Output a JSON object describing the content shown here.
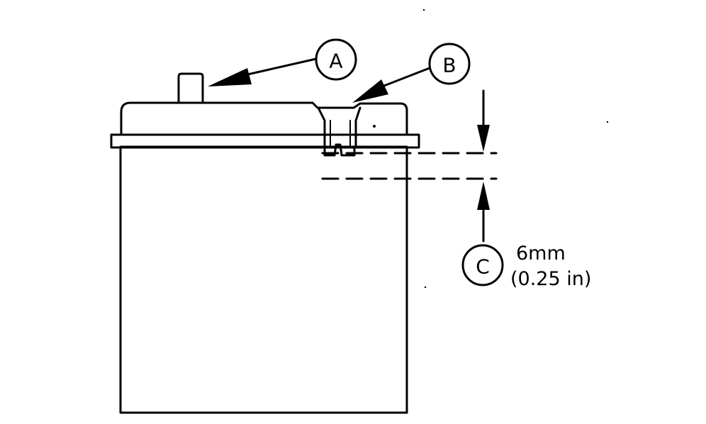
{
  "callouts": {
    "a": "A",
    "b": "B",
    "c": "C"
  },
  "dimension": {
    "metric": "6mm",
    "imperial": "(0.25 in)"
  },
  "colors": {
    "ink": "#000000",
    "background": "#ffffff"
  }
}
